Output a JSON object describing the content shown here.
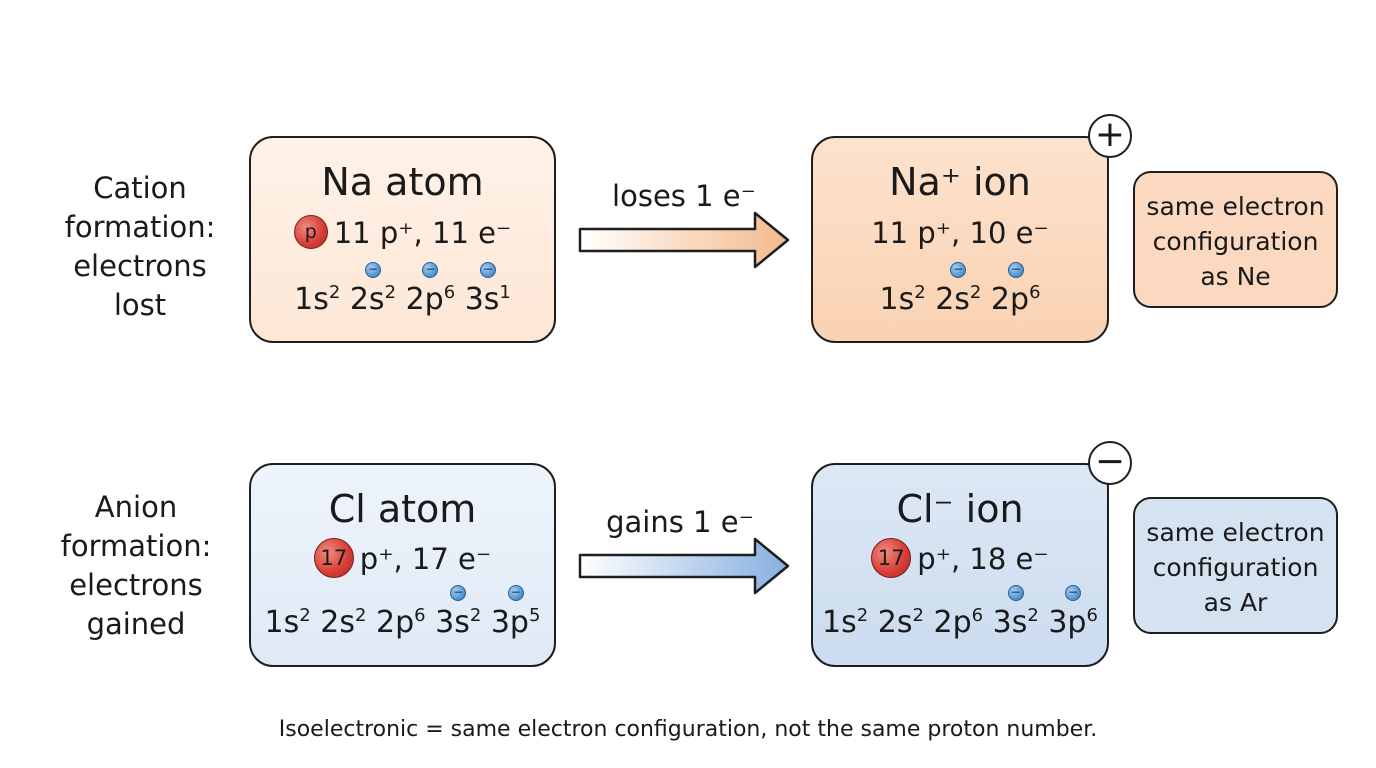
{
  "cation": {
    "label_lines": [
      "Cation",
      "formation:",
      "electrons",
      "lost"
    ],
    "atom": {
      "title": "Na atom",
      "proton_symbol": "p",
      "counts": "11 p⁺, 11 e⁻",
      "orbitals": [
        {
          "name": "1s",
          "exp": "2",
          "electron": false
        },
        {
          "name": "2s",
          "exp": "2",
          "electron": true
        },
        {
          "name": "2p",
          "exp": "6",
          "electron": true
        },
        {
          "name": "3s",
          "exp": "1",
          "electron": true
        }
      ]
    },
    "arrow_label": "loses 1 e⁻",
    "ion": {
      "title": "Na⁺ ion",
      "counts": "11 p⁺, 10 e⁻",
      "orbitals": [
        {
          "name": "1s",
          "exp": "2",
          "electron": false
        },
        {
          "name": "2s",
          "exp": "2",
          "electron": true
        },
        {
          "name": "2p",
          "exp": "6",
          "electron": true
        }
      ]
    },
    "charge": "+",
    "note_lines": [
      "same electron",
      "configuration",
      "as Ne"
    ]
  },
  "anion": {
    "label_lines": [
      "Anion",
      "formation:",
      "electrons",
      "gained"
    ],
    "atom": {
      "title": "Cl atom",
      "proton_number": "17",
      "counts_rest": "p⁺, 17 e⁻",
      "orbitals": [
        {
          "name": "1s",
          "exp": "2",
          "electron": false
        },
        {
          "name": "2s",
          "exp": "2",
          "electron": false
        },
        {
          "name": "2p",
          "exp": "6",
          "electron": false
        },
        {
          "name": "3s",
          "exp": "2",
          "electron": true
        },
        {
          "name": "3p",
          "exp": "5",
          "electron": true
        }
      ]
    },
    "arrow_label": "gains 1 e⁻",
    "ion": {
      "title": "Cl⁻ ion",
      "proton_number": "17",
      "counts_rest": "p⁺, 18 e⁻",
      "orbitals": [
        {
          "name": "1s",
          "exp": "2",
          "electron": false
        },
        {
          "name": "2s",
          "exp": "2",
          "electron": false
        },
        {
          "name": "2p",
          "exp": "6",
          "electron": false
        },
        {
          "name": "3s",
          "exp": "2",
          "electron": true
        },
        {
          "name": "3p",
          "exp": "6",
          "electron": true
        }
      ]
    },
    "charge": "−",
    "note_lines": [
      "same electron",
      "configuration",
      "as Ar"
    ]
  },
  "electron_symbol": "−",
  "footer": "Isoelectronic = same electron configuration, not the same proton number.",
  "colors": {
    "cation_arrow": "#f4b98a",
    "anion_arrow": "#86afe0",
    "proton": "#d63b34",
    "electron": "#4a8fd0"
  }
}
